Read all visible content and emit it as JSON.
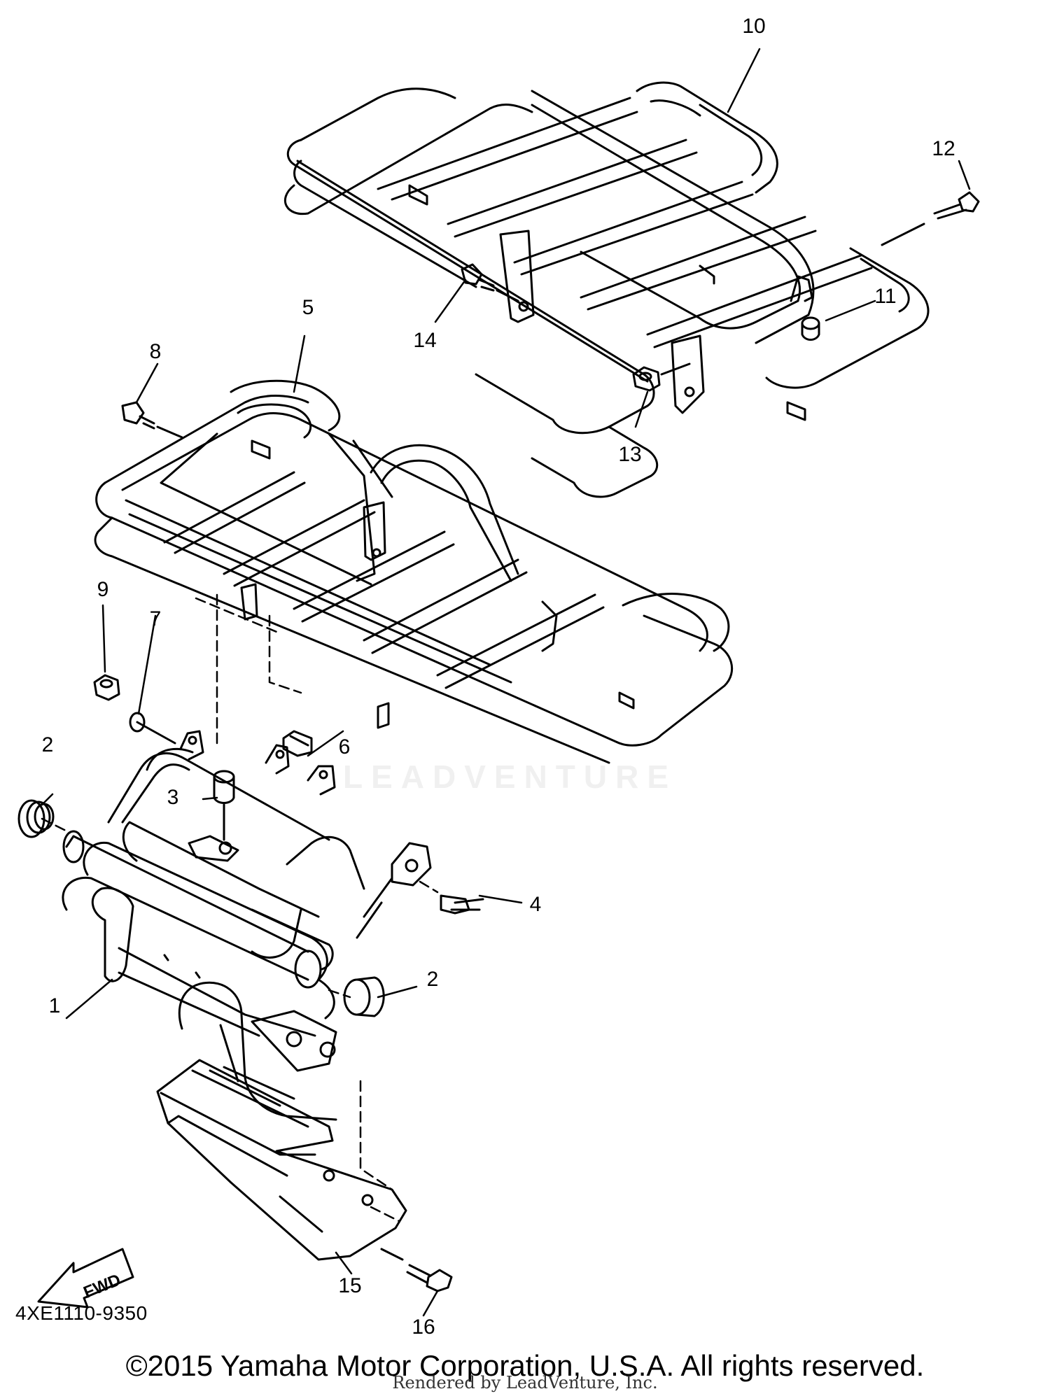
{
  "diagram_code": "4XE1110-9350",
  "copyright": "©2015 Yamaha Motor Corporation, U.S.A. All rights reserved.",
  "rendered_by": "Rendered by LeadVenture, Inc.",
  "watermark_text": "LEADVENTURE",
  "fwd_label": "FWD",
  "callouts": {
    "c1": "1",
    "c2a": "2",
    "c2b": "2",
    "c3": "3",
    "c4": "4",
    "c5": "5",
    "c6": "6",
    "c7": "7",
    "c8": "8",
    "c9": "9",
    "c10": "10",
    "c11": "11",
    "c12": "12",
    "c13": "13",
    "c14": "14",
    "c15": "15",
    "c16": "16"
  }
}
